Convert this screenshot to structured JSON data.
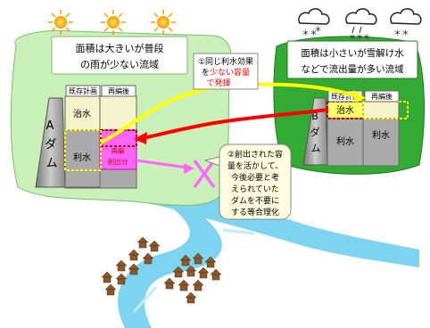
{
  "left_region": {
    "description_line1": "面積は大きいが普段",
    "description_line2": "の雨が少ない流域",
    "existing_plan_label": "既存計画",
    "after_reorg_label": "再編後",
    "dam_name_chars": [
      "A",
      "ダ",
      "ム"
    ],
    "flood_control": "治水",
    "water_use": "利水",
    "created_capacity_line1": "再編",
    "created_capacity_line2": "創出分"
  },
  "right_region": {
    "description_line1": "面積は小さいが雪解け水",
    "description_line2": "などで流出量が多い流域",
    "existing_plan_label": "既存計画",
    "after_reorg_label": "再編後",
    "dam_name_chars": [
      "B",
      "ダ",
      "ム"
    ],
    "flood_control": "治水",
    "water_use_existing": "利水",
    "water_use_after": "利水"
  },
  "callout1": {
    "line1": "①同じ利水効果",
    "line2_before": "を",
    "line2_highlight": "少ない容量",
    "line3_highlight": "で発揮"
  },
  "callout2": {
    "line1": "②創出された容",
    "line2": "量を活かして、",
    "line3": "今後必要と考",
    "line4": "えられていた",
    "line5": "ダムを不要に",
    "line6": "する等合理化"
  },
  "colors": {
    "land_green": "#c8f0b8",
    "right_land_green": "#33aa33",
    "river": "#66ccee",
    "yellow_arrow": "#ffff00",
    "red_arrow": "#ff0000",
    "pink": "#ff66ff",
    "red_text": "#ff0000",
    "sun": "#ff9900",
    "house": "#8b5a2b"
  },
  "icons": {
    "sun_count": 3,
    "cloud_count": 3,
    "house_count": 20
  }
}
